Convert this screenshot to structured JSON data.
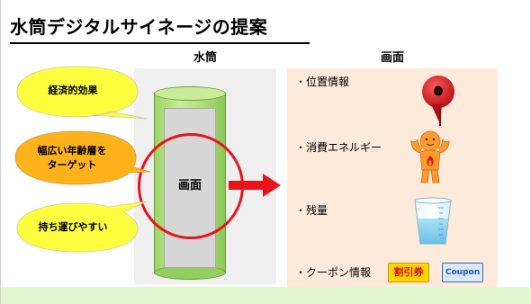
{
  "slide": {
    "title": "水筒デジタルサイネージの提案",
    "left_panel_label": "水筒",
    "right_panel_label": "画面",
    "screen_label": "画面",
    "bubbles": [
      "経済的効果",
      "幅広い年齢層を\nターゲット",
      "持ち運びやすい"
    ],
    "info_items": [
      "・位置情報",
      "・消費エネルギー",
      "・残量",
      "・クーポン情報"
    ],
    "coupon": {
      "discount_label": "割引券",
      "coupon_label": "Coupon"
    }
  },
  "colors": {
    "bubble_yellow": "#ffff3f",
    "bubble_orange": "#ffb21a",
    "arrow_red": "#e8141a",
    "panel_left_bg": "#efefef",
    "panel_right_bg": "#fdeadb",
    "bottom_band": "#e4f6cf",
    "cylinder_green": "#b7e183"
  },
  "icons": [
    "map-pin-icon",
    "energy-character-icon",
    "measuring-cup-icon",
    "discount-ticket-icon",
    "coupon-ticket-icon"
  ]
}
